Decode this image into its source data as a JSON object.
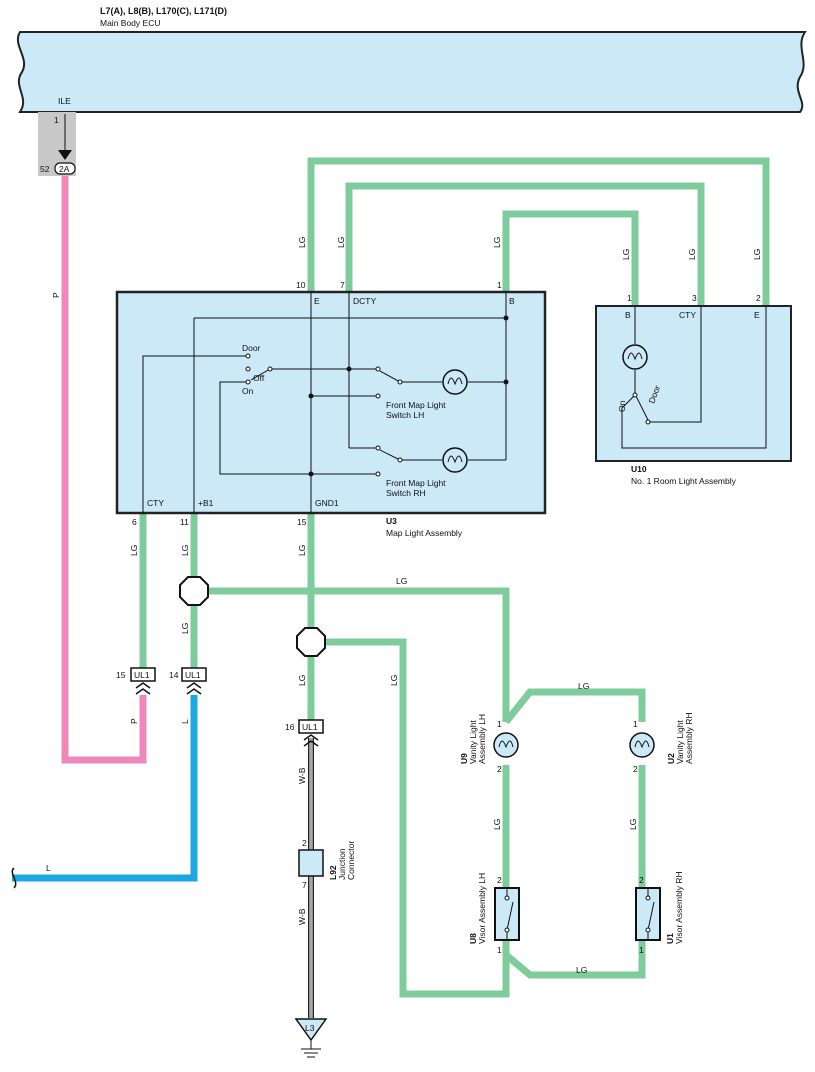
{
  "ecu": {
    "title": "L7(A), L8(B), L170(C), L171(D)",
    "name": "Main Body ECU",
    "terminal": "ILE",
    "pin": "1",
    "connector_pin": "52",
    "connector": "2A"
  },
  "map_light": {
    "code": "U3",
    "name": "Map Light Assembly",
    "pins": {
      "e": "10",
      "dcty": "7",
      "b": "1",
      "cty": "6",
      "b1": "11",
      "gnd1": "15"
    },
    "terms": {
      "e": "E",
      "dcty": "DCTY",
      "b": "B",
      "cty": "CTY",
      "b1": "+B1",
      "gnd1": "GND1"
    },
    "switch_door": "Door",
    "switch_off": "Off",
    "switch_on": "On",
    "lh_line1": "Front Map Light",
    "lh_line2": "Switch LH",
    "rh_line1": "Front Map Light",
    "rh_line2": "Switch RH"
  },
  "room_light": {
    "code": "U10",
    "name": "No. 1 Room Light Assembly",
    "pins": {
      "b": "1",
      "cty": "3",
      "e": "2"
    },
    "terms": {
      "b": "B",
      "cty": "CTY",
      "e": "E"
    },
    "switch_on": "On",
    "switch_door": "Door"
  },
  "wires": {
    "lg": "LG",
    "p": "P",
    "l": "L",
    "wb": "W-B"
  },
  "connectors": {
    "ul1": "UL1",
    "ul1_cty_pin": "15",
    "ul1_b1_pin": "14",
    "ul1_gnd_pin": "16"
  },
  "junction": {
    "code": "L92",
    "name1": "Junction",
    "name2": "Connector",
    "pin_top": "2",
    "pin_bottom": "7"
  },
  "ground": {
    "code": "L3"
  },
  "vanity_lh": {
    "code": "U9",
    "name1": "Vanity Light",
    "name2": "Assembly LH",
    "pin1": "1",
    "pin2": "2"
  },
  "vanity_rh": {
    "code": "U2",
    "name1": "Vanity Light",
    "name2": "Assembly RH",
    "pin1": "1",
    "pin2": "2"
  },
  "visor_lh": {
    "code": "U8",
    "name": "Visor Assembly LH",
    "pin2": "2",
    "pin1": "1"
  },
  "visor_rh": {
    "code": "U1",
    "name": "Visor Assembly RH",
    "pin2": "2",
    "pin1": "1"
  },
  "colors": {
    "lg_wire": "#7ecb9c",
    "p_wire": "#ee88bb",
    "l_wire": "#1aa8e0",
    "component_fill": "#cce9f8",
    "connector_fill": "#c8c8c8"
  }
}
